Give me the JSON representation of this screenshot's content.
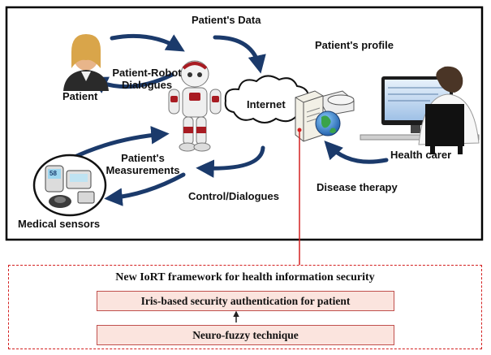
{
  "diagram": {
    "labels": {
      "patients_data": "Patient's Data",
      "patients_profile": "Patient's profile",
      "patient_robot_line1": "Patient-Robot",
      "patient_robot_line2": "Dialogues",
      "patient": "Patient",
      "internet": "Internet",
      "health_carer": "Health carer",
      "measurements_line1": "Patient's",
      "measurements_line2": "Measurements",
      "control_dialogues": "Control/Dialogues",
      "disease_therapy": "Disease therapy",
      "medical_sensors": "Medical sensors"
    },
    "sensor_readout": "58",
    "colors": {
      "arrow": "#1b3a6b",
      "frame_border": "#000000",
      "connector": "#d42020",
      "layer_fill": "#fbe4de",
      "layer_border": "#c0504d"
    }
  },
  "framework": {
    "title": "New IoRT framework for health information security",
    "layers": [
      {
        "label": "Iris-based security authentication for patient"
      },
      {
        "label": "Neuro-fuzzy technique"
      }
    ]
  }
}
